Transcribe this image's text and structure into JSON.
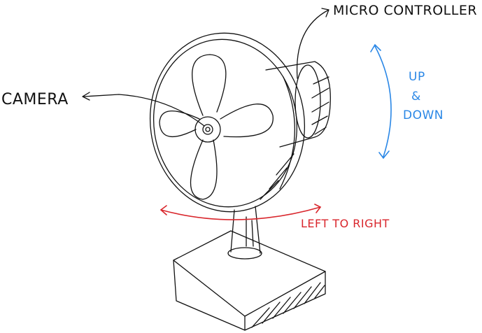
{
  "labels": {
    "microcontroller": "MICRO CONTROLLER",
    "camera": "CAMERA",
    "up_down_line1": "UP",
    "up_down_line2": "&",
    "up_down_line3": "DOWN",
    "left_right": "LEFT TO RIGHT"
  },
  "colors": {
    "ink": "#111111",
    "up_down": "#2a87e6",
    "left_right": "#d9262c"
  }
}
